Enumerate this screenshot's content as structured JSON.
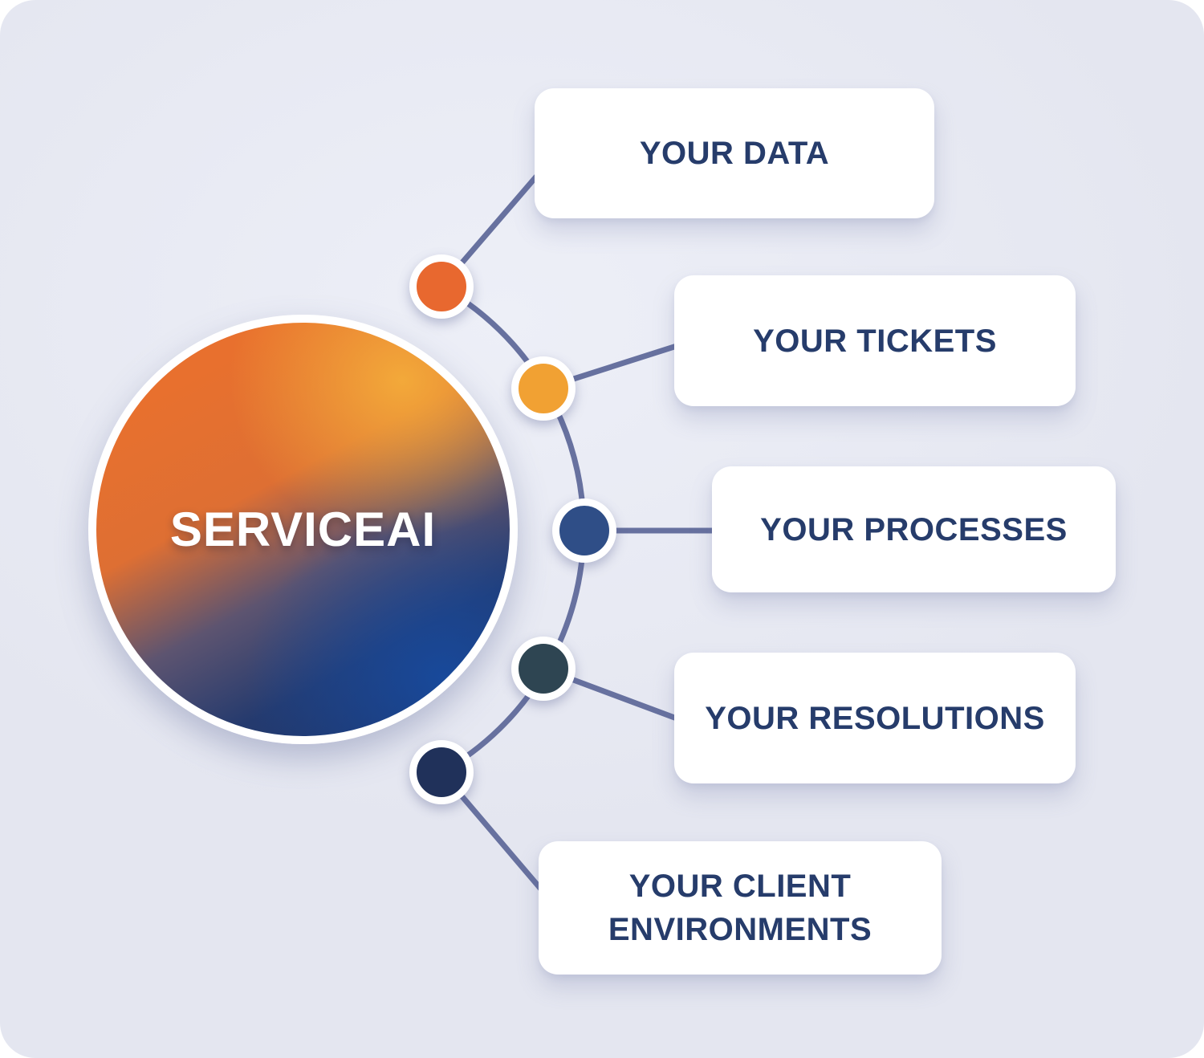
{
  "diagram": {
    "type": "hub-and-spoke",
    "center": {
      "label": "SERVICEAI"
    },
    "branches": [
      {
        "label": "YOUR DATA",
        "node_color": "#E8682F"
      },
      {
        "label": "YOUR TICKETS",
        "node_color": "#F1A133"
      },
      {
        "label": "YOUR PROCESSES",
        "node_color": "#2F4E87"
      },
      {
        "label": "YOUR RESOLUTIONS",
        "node_color": "#2E4552"
      },
      {
        "label": "YOUR CLIENT ENVIRONMENTS",
        "node_color": "#20315A"
      }
    ]
  },
  "colors": {
    "background": "#E4E6F0",
    "line": "#67719F",
    "card_background": "#FFFFFF",
    "label_text": "#263C6B",
    "title_text": "#FFFFFF",
    "circle_gradient_orange": "#E8702E",
    "circle_gradient_amber": "#F2AC3A",
    "circle_gradient_navy": "#1C3164",
    "circle_gradient_blue": "#174BA0"
  }
}
